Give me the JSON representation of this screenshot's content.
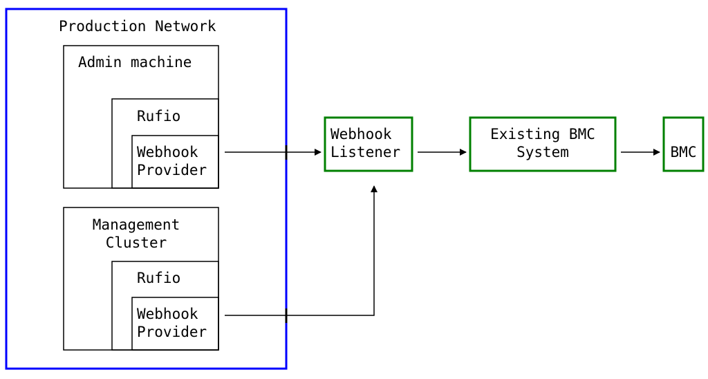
{
  "colors": {
    "network_border": "#0000ff",
    "external_border": "#008000",
    "line": "#000000"
  },
  "production_network": {
    "title": "Production Network"
  },
  "admin_machine": {
    "title": "Admin machine",
    "rufio": "Rufio",
    "webhook_provider": [
      "Webhook",
      "Provider"
    ]
  },
  "management_cluster": {
    "title": [
      "Management",
      "Cluster"
    ],
    "rufio": "Rufio",
    "webhook_provider": [
      "Webhook",
      "Provider"
    ]
  },
  "webhook_listener": [
    "Webhook",
    "Listener"
  ],
  "existing_bmc_system": [
    "Existing BMC",
    "System"
  ],
  "bmc": "BMC"
}
